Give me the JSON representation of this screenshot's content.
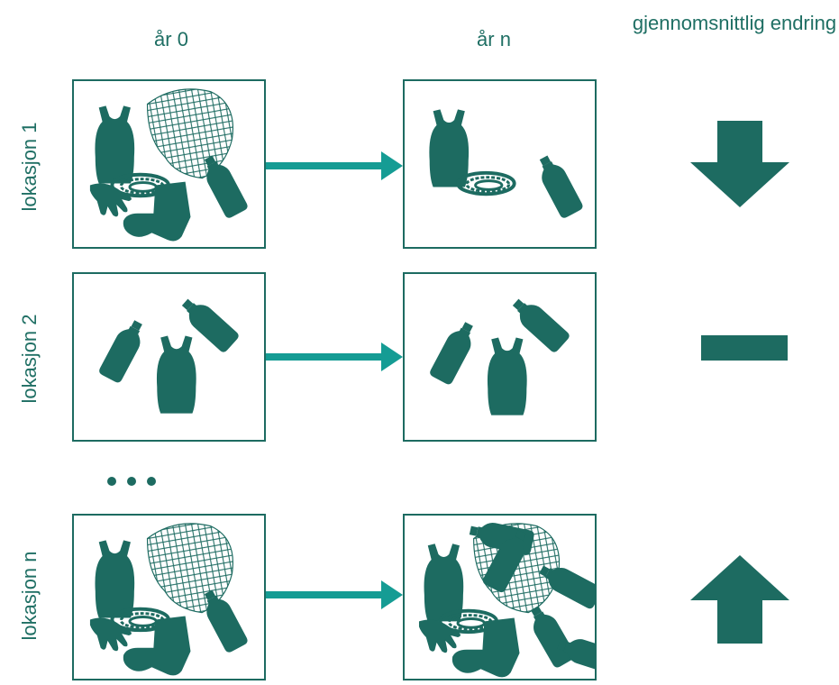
{
  "headers": {
    "col_year0": "år 0",
    "col_yearn": "år n",
    "col_change": "gjennomsnittlig endring"
  },
  "rows": [
    {
      "label": "lokasjon 1",
      "change": "down"
    },
    {
      "label": "lokasjon 2",
      "change": "flat"
    },
    {
      "label": "lokasjon n",
      "change": "up"
    }
  ],
  "colors": {
    "teal_dark": "#1d6b61",
    "teal_arrow": "#159c94"
  }
}
